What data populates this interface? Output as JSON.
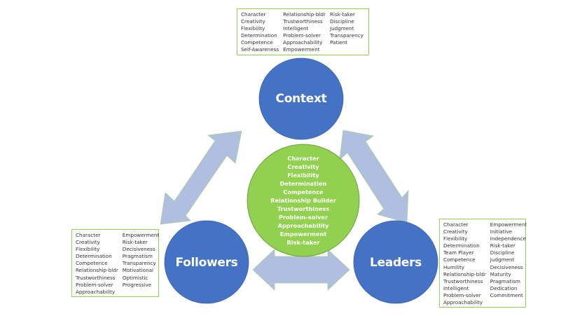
{
  "colors": {
    "node_blue": "#4472c4",
    "core_green": "#92d050",
    "arrow_fill": "#b0bfdf",
    "box_border": "#8fcf5a"
  },
  "nodes": {
    "context": {
      "label": "Context",
      "traits": [
        [
          "Character",
          "Creativity",
          "Flexibility",
          "Determination",
          "Competence",
          "Self-Awareness"
        ],
        [
          "Relationship-bldr",
          "Trustworthiness",
          "Intelligent",
          "Problem-solver",
          "Approachability",
          "Empowerment"
        ],
        [
          "Risk-taker",
          "Discipline",
          "Judgment",
          "Transparency",
          "Patient"
        ]
      ]
    },
    "followers": {
      "label": "Followers",
      "traits": [
        [
          "Character",
          "Creativity",
          "Flexibility",
          "Determination",
          "Competence",
          "Relationship-bldr",
          "Trustworthiness",
          "Problem-solver",
          "Approachability"
        ],
        [
          "Empowerment",
          "Risk-taker",
          "Decisiveness",
          "Pragmatism",
          "Transparency",
          "Motivational",
          "Optimistic",
          "Progressive"
        ]
      ]
    },
    "leaders": {
      "label": "Leaders",
      "traits": [
        [
          "Character",
          "Creativity",
          "Flexibility",
          "Determination",
          "Team Player",
          "Competence",
          "Humility",
          "Relationship-bldr",
          "Trustworthiness",
          "Intelligent",
          "Problem-solver",
          "Approachability"
        ],
        [
          "Empowerment",
          "Initiative",
          "Independence",
          "Risk-taker",
          "Discipline",
          "Judgment",
          "Decisiveness",
          "Maturity",
          "Pragmatism",
          "Dedication",
          "Commitment"
        ]
      ]
    }
  },
  "core": {
    "traits": [
      "Character",
      "Creativity",
      "Flexibility",
      "Determination",
      "Competence",
      "Relationship Builder",
      "Trustworthiness",
      "Problem-solver",
      "Approachability",
      "Empowerment",
      "Risk-taker"
    ]
  },
  "connections": [
    {
      "from": "Context",
      "to": "Followers",
      "type": "bidirectional"
    },
    {
      "from": "Context",
      "to": "Leaders",
      "type": "bidirectional"
    },
    {
      "from": "Followers",
      "to": "Leaders",
      "type": "bidirectional"
    }
  ]
}
